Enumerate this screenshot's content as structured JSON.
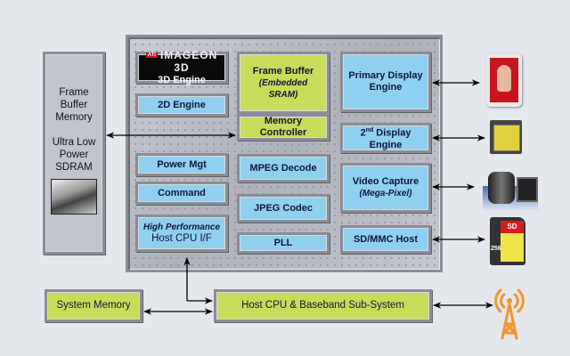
{
  "diagram": {
    "external_left": {
      "title_lines": [
        "Frame",
        "Buffer",
        "Memory"
      ],
      "subtitle_lines": [
        "Ultra Low",
        "Power",
        "SDRAM"
      ]
    },
    "chip": {
      "imageon_logo": {
        "brand": "ATI",
        "name": "IMAGEON 3D",
        "label": "3D Engine"
      },
      "blocks": {
        "engine_2d": "2D Engine",
        "power_mgt": "Power Mgt",
        "command": "Command",
        "host_cpu_if": {
          "line1": "High Performance",
          "line2": "Host CPU I/F"
        },
        "frame_buffer": {
          "line1": "Frame Buffer",
          "line2": "(Embedded",
          "line3": "SRAM)"
        },
        "memory_controller": {
          "line1": "Memory",
          "line2": "Controller"
        },
        "mpeg_decode": "MPEG Decode",
        "jpeg_codec": "JPEG Codec",
        "pll": "PLL",
        "primary_display": {
          "line1": "Primary Display",
          "line2": "Engine"
        },
        "second_display": {
          "line1_num": "2",
          "line1_sup": "nd",
          "line1_rest": " Display",
          "line2": "Engine"
        },
        "video_capture": {
          "line1": "Video Capture",
          "line2": "(Mega-Pixel)"
        },
        "sd_mmc_host": "SD/MMC Host"
      }
    },
    "bottom": {
      "system_memory": "System Memory",
      "host_cpu_baseband": "Host CPU & Baseband Sub-System"
    },
    "peripherals": {
      "color_display": "color-lcd-display-icon",
      "mono_display": "mono-lcd-display-icon",
      "camera": "camera-sensor-icon",
      "sd_card": {
        "icon": "sd-card-icon",
        "capacity": "256"
      },
      "antenna": "radio-antenna-icon"
    },
    "colors": {
      "background": "#e4e7ec",
      "blue_block": "#8fd0f0",
      "green_block": "#c9dc5a",
      "antenna": "#f0962a"
    }
  }
}
